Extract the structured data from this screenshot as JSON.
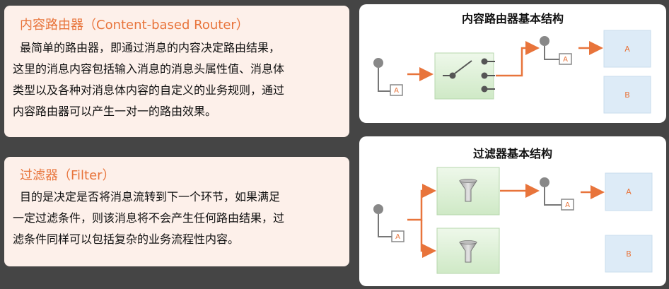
{
  "router_card": {
    "title": "内容路由器（Content-based Router）",
    "lines": [
      "最简单的路由器，即通过消息的内容决定路由结果，",
      "这里的消息内容包括输入消息的消息头属性值、消息体",
      "类型以及各种对消息体内容的自定义的业务规则，通过",
      "内容路由器可以产生一对一的路由效果。"
    ]
  },
  "filter_card": {
    "title": "过滤器（Filter）",
    "lines": [
      "目的是决定是否将消息流转到下一个环节，如果满足",
      "一定过滤条件，则该消息将不会产生任何路由结果，过",
      "滤条件同样可以包括复杂的业务流程性内容。"
    ]
  },
  "router_diagram": {
    "title": "内容路由器基本结构",
    "message_label": "A",
    "output_message_label": "A",
    "target_a": "A",
    "target_b": "B"
  },
  "filter_diagram": {
    "title": "过滤器基本结构",
    "message_label": "A",
    "output_message_label": "A",
    "target_a": "A",
    "target_b": "B"
  },
  "colors": {
    "accent": "#e8743b",
    "card_bg": "#fdf0ea",
    "box_green": "#d9efd3",
    "target_bg": "#ddebf7"
  }
}
